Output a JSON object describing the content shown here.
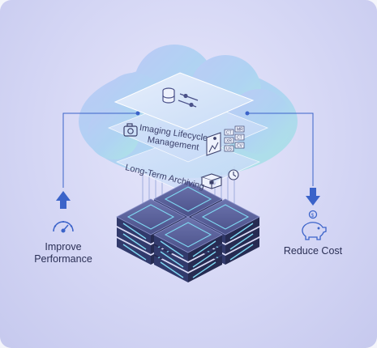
{
  "labels": {
    "imaging_lifecycle_line1": "Imaging Lifecycle",
    "imaging_lifecycle_line2": "Management",
    "long_term_archiving": "Long-Term Archiving",
    "improve_line1": "Improve",
    "improve_line2": "Performance",
    "reduce_cost": "Reduce Cost",
    "coin_symbol": "$"
  },
  "thumb_grid_text": [
    "CT",
    "MR",
    "XR",
    "CT",
    "US",
    "CV"
  ],
  "colors": {
    "accent": "#3b63c9",
    "server_dark": "#2e3563",
    "server_light": "#58609a",
    "glow": "#7fd8f2",
    "cloud_blue": "#a9c8f4",
    "cloud_teal": "#9fe3e0"
  },
  "icons": {
    "top_layer": "database-settings-icon",
    "imaging": "camera-icon",
    "gallery": "image-grid-icon",
    "archiving": "archive-chest-icon",
    "clock": "clock-icon",
    "improve": "speedometer-icon",
    "reduce": "piggy-bank-icon",
    "up_arrow": "arrow-up-icon",
    "down_arrow": "arrow-down-icon"
  }
}
